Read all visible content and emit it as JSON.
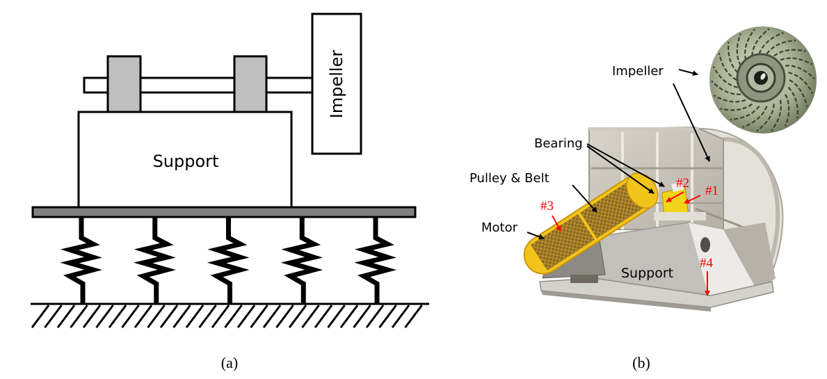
{
  "figure_a": {
    "caption": "(a)",
    "labels": {
      "support": "Support",
      "impeller": "Impeller"
    },
    "spring_count": 5,
    "colors": {
      "bearing_fill": "#bfbfbf",
      "platform_fill": "#808080",
      "stroke": "#000000"
    }
  },
  "figure_b": {
    "caption": "(b)",
    "labels": {
      "impeller": "Impeller",
      "bearing": "Bearing",
      "pulley_belt": "Pulley  &  Belt",
      "motor": "Motor",
      "support": "Support"
    },
    "measurement_points": [
      "#1",
      "#2",
      "#3",
      "#4"
    ],
    "colors": {
      "marker": "#ff0000",
      "guard": "#f2c31a",
      "housing": "#c9c5bd",
      "arrow": "#000000"
    }
  }
}
